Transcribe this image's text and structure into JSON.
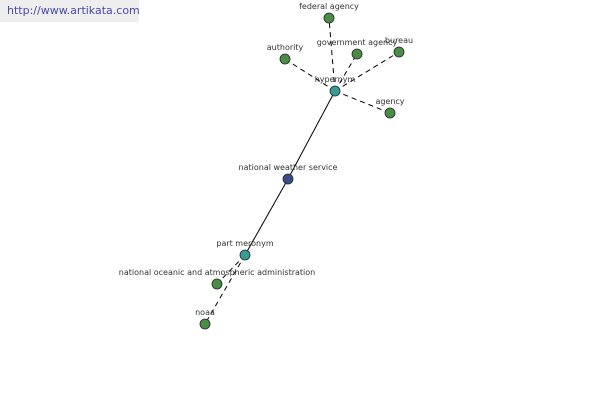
{
  "source_link": "http://www.artikata.com",
  "colors": {
    "center_node": "#3a4a8a",
    "relation_node": "#3a9a98",
    "leaf_node": "#4e8a48",
    "edge": "#000000",
    "label": "#333333"
  },
  "center": {
    "id": "national-weather-service",
    "label": "national weather service"
  },
  "relations": [
    {
      "id": "hypernym",
      "label": "hypernym",
      "terms": [
        {
          "id": "federal-agency",
          "label": "federal agency"
        },
        {
          "id": "government-agency",
          "label": "government agency"
        },
        {
          "id": "bureau",
          "label": "bureau"
        },
        {
          "id": "authority",
          "label": "authority"
        },
        {
          "id": "agency",
          "label": "agency"
        }
      ]
    },
    {
      "id": "part-meronym",
      "label": "part meronym",
      "terms": [
        {
          "id": "national-oceanic-and-atmospheric-administration",
          "label": "national oceanic and atmospheric administration"
        },
        {
          "id": "noaa",
          "label": "noaa"
        }
      ]
    }
  ]
}
